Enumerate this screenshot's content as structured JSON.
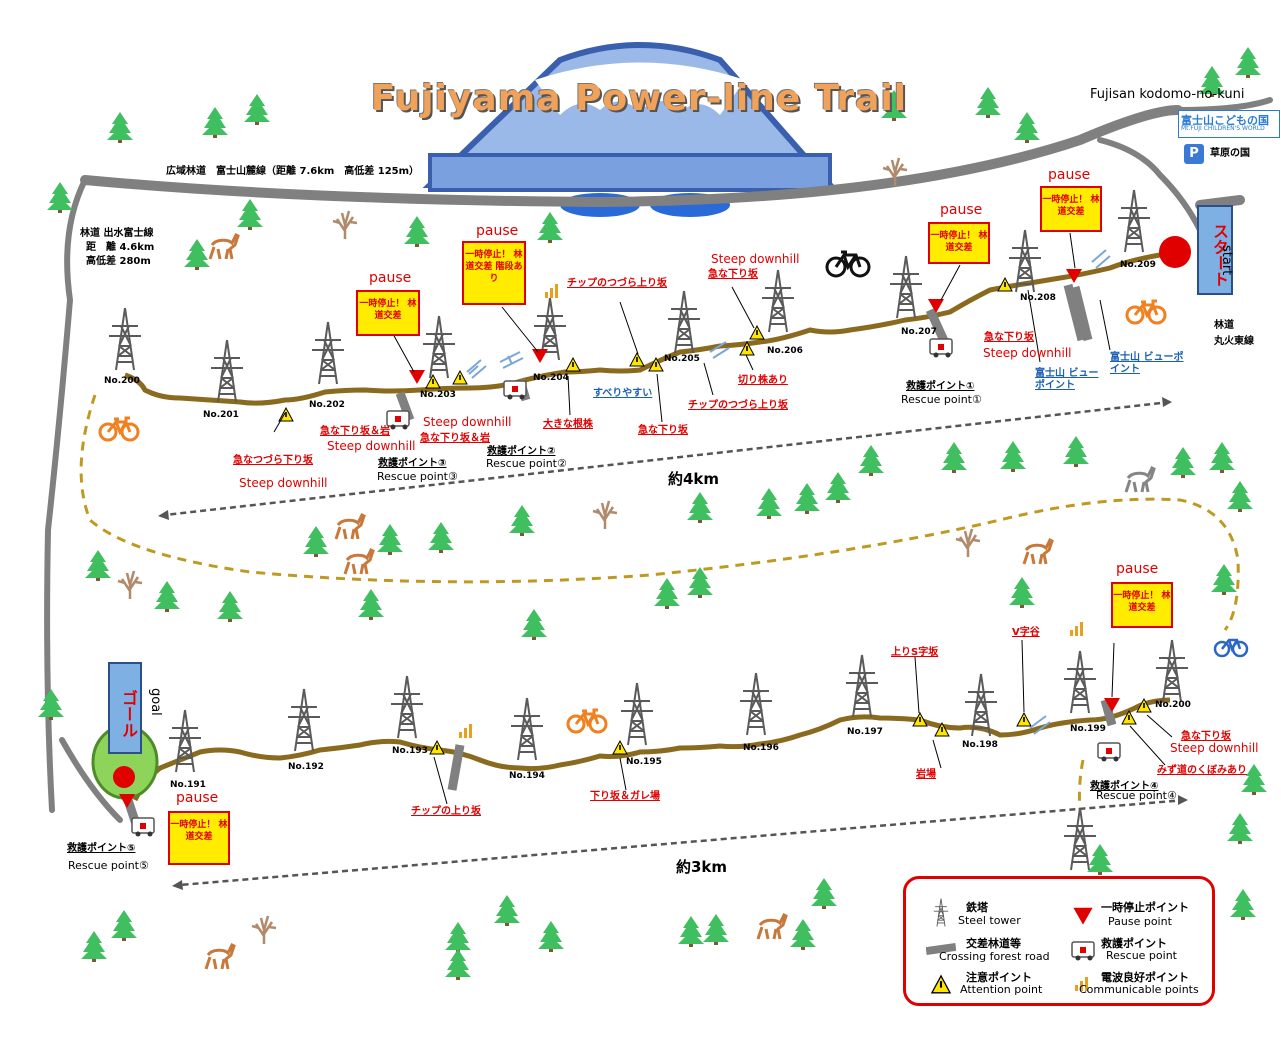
{
  "title": "Fujiyama Power-line Trail",
  "header": {
    "kodomo_label": "Fujisan kodomo-no-kuni",
    "badge_main": "富士山こどもの国",
    "badge_sub": "Mt.FUJI CHILDREN'S WORLD",
    "parking_icon": "P",
    "parking_label": "草原の国",
    "road_label": "広域林道　富士山麓線（距離 7.6km　高低差 125m）",
    "izumo_road": "林道 出水富士線",
    "izumo_dist": "距　離 4.6km",
    "izumo_elev": "高低差 280m",
    "marubi_road_1": "林道",
    "marubi_road_2": "丸火東線"
  },
  "start": {
    "jp": "スタート",
    "en": "start"
  },
  "goal": {
    "jp": "ゴール",
    "en": "goal"
  },
  "distances": {
    "upper": "約4km",
    "lower": "約3km"
  },
  "towers_upper": [
    "No.200",
    "No.201",
    "No.202",
    "No.203",
    "No.204",
    "No.205",
    "No.206",
    "No.207",
    "No.208",
    "No.209"
  ],
  "towers_lower": [
    "No.191",
    "No.192",
    "No.193",
    "No.194",
    "No.195",
    "No.196",
    "No.197",
    "No.198",
    "No.199",
    "No.200"
  ],
  "pause_word": "pause",
  "signs": {
    "crossing": "一時停止！ 林道交差",
    "crossing_steps": "一時停止！ 林道交差 階段あり"
  },
  "upper_labels": {
    "steep_zigzag_jp": "急なつづら下り坂",
    "steep_en": "Steep downhill",
    "steep_rock_jp": "急な下り坂＆岩",
    "steep_rock2_jp": "急な下り坂＆岩",
    "rescue3_jp": "救護ポイント③",
    "rescue3_en": "Rescue point③",
    "rescue2_jp": "救護ポイント②",
    "rescue2_en": "Rescue point②",
    "big_root_jp": "大きな根株",
    "chip_zigzag_up_jp": "チップのつづら上り坂",
    "steep_down_jp": "急な下り坂",
    "steep_down2_jp": "急な下り坂",
    "stump_jp": "切り株あり",
    "chip_zigzag_up2_jp": "チップのつづら上り坂",
    "rescue1_jp": "救護ポイント①",
    "rescue1_en": "Rescue point①",
    "steep_down3_jp": "急な下り坂",
    "fuji_view1_jp": "富士山 ビューポイント",
    "fuji_view2_jp": "富士山 ビューポイント",
    "slippery_jp": "すべりやすい"
  },
  "lower_labels": {
    "chip_up_jp": "チップの上り坂",
    "down_gravel_jp": "下り坂＆ガレ場",
    "rock_jp": "岩場",
    "up_s_jp": "上りS字坂",
    "v_jp": "V字谷",
    "steep_down_jp": "急な下り坂",
    "steep_en": "Steep downhill",
    "mizumichi_jp": "みず道のくぼみあり",
    "rescue4_jp": "救護ポイント④",
    "rescue4_en": "Rescue point④",
    "rescue5_jp": "救護ポイント⑤",
    "rescue5_en": "Rescue point⑤"
  },
  "legend": {
    "tower_jp": "鉄塔",
    "tower_en": "Steel tower",
    "pause_jp": "一時停止ポイント",
    "pause_en": "Pause point",
    "crossing_jp": "交差林道等",
    "crossing_en": "Crossing forest road",
    "rescue_jp": "救護ポイント",
    "rescue_en": "Rescue point",
    "attention_jp": "注意ポイント",
    "attention_en": "Attention point",
    "comm_jp": "電波良好ポイント",
    "comm_en": "Communicable points"
  },
  "colors": {
    "trail": "#8a6a1e",
    "road": "#808080",
    "accent_red": "#e00000",
    "sign_yellow": "#ffec00",
    "tree": "#3fbf5f",
    "link_blue": "#1a5fb4",
    "bike_orange": "#f08020"
  }
}
